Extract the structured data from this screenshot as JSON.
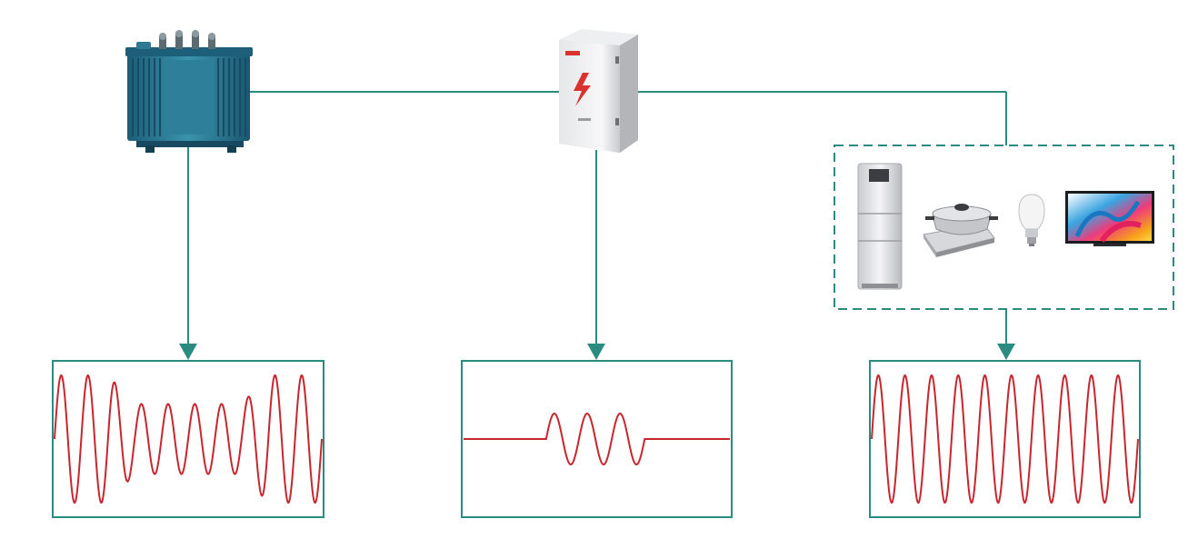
{
  "colors": {
    "connector": "#2a8c80",
    "waveform": "#c8262f",
    "panel_border": "#2a8c80",
    "background": "#ffffff"
  },
  "nodes": [
    {
      "id": "transformer",
      "icon": "transformer-icon"
    },
    {
      "id": "filter_cabinet",
      "icon": "electrical-cabinet-icon"
    },
    {
      "id": "household_loads",
      "icons": [
        "refrigerator-icon",
        "induction-cooker-icon",
        "light-bulb-icon",
        "television-icon"
      ]
    }
  ],
  "waveforms": [
    {
      "id": "transformer_waveform",
      "cycles": 10,
      "amplitude_profile": [
        1,
        1,
        1,
        0.55,
        0.55,
        0.55,
        0.55,
        0.55,
        1,
        1,
        1
      ]
    },
    {
      "id": "cabinet_waveform",
      "cycles": 3,
      "amplitude": 0.4,
      "burst_start": 0.31,
      "burst_end": 0.68
    },
    {
      "id": "load_waveform",
      "cycles": 10,
      "amplitude": 1
    }
  ]
}
